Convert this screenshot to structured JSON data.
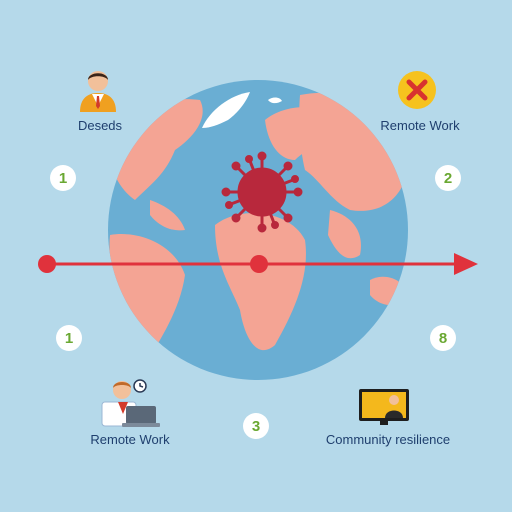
{
  "colors": {
    "background": "#b5d9ea",
    "ocean": "#6aaed3",
    "land": "#f4a494",
    "virus": "#b8283c",
    "timeline": "#e0323c",
    "badge_green": "#6aa832",
    "label_text": "#1f3f6e"
  },
  "icons": {
    "top_left": "person-icon",
    "top_right": "close-icon",
    "bottom_left": "remote-worker-icon",
    "bottom_right": "monitor-user-icon",
    "center": "virus-icon"
  },
  "labels": {
    "top_left": "Deseds",
    "top_right": "Remote Work",
    "bottom_left": "Remote Work",
    "bottom_right": "Community resilience"
  },
  "badges": {
    "left_upper": "1",
    "right_upper": "2",
    "left_lower": "1",
    "right_lower": "8",
    "bottom_center": "3"
  }
}
